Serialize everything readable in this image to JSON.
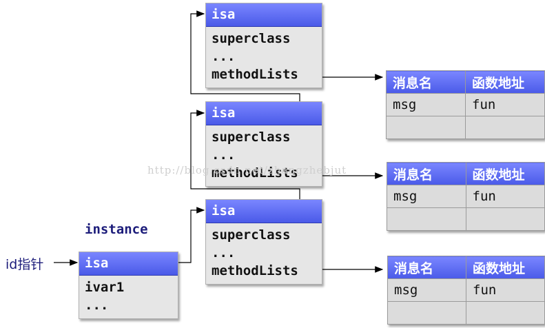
{
  "classes": [
    {
      "isa": "isa",
      "fields": [
        "superclass",
        "...",
        "methodLists"
      ]
    },
    {
      "isa": "isa",
      "fields": [
        "superclass",
        "...",
        "methodLists"
      ]
    },
    {
      "isa": "isa",
      "fields": [
        "superclass",
        "...",
        "methodLists"
      ]
    }
  ],
  "method_table": {
    "headers": [
      "消息名",
      "函数地址"
    ],
    "rows": [
      [
        "msg",
        "fun"
      ],
      [
        "",
        ""
      ]
    ]
  },
  "instance": {
    "title": "instance",
    "isa": "isa",
    "fields": [
      "ivar1",
      "..."
    ]
  },
  "pointer_label": "id指针",
  "watermark": "http://blog.csdn.net/zhangzhebjut",
  "colors": {
    "header_blue": "#4a5ae8",
    "cell_gray": "#dcdcdc",
    "label_navy": "#1c1c7a"
  }
}
